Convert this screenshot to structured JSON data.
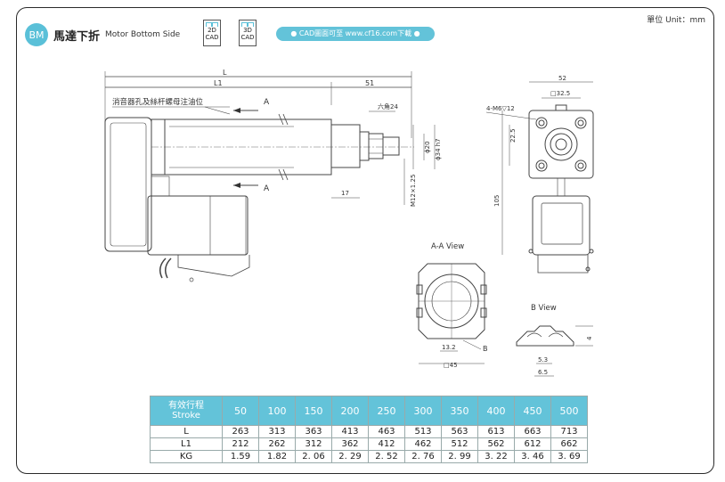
{
  "header": {
    "badge": "BM",
    "title_cn": "馬達下折",
    "title_en": "Motor Bottom Side",
    "cad2d": [
      "2D",
      "CAD"
    ],
    "cad3d": [
      "3D",
      "CAD"
    ],
    "pill": "● CAD圖面可至 www.cf16.com下載 ●"
  },
  "unit": "單位 Unit：mm",
  "dims": {
    "L": "L",
    "L1": "L1",
    "d51": "51",
    "vent": "消音器孔及絲杆螺母注油位",
    "A_top": "A",
    "A_bot": "A",
    "hex": "六角24",
    "phi20": "ϕ20",
    "phi34": "ϕ34 h7",
    "m12": "M12×1.25",
    "d17": "17",
    "d52": "52",
    "sq325": "□32.5",
    "m6": "4-M6▽12",
    "d225": "22.5",
    "d105": "105"
  },
  "views": {
    "aa": "A-A View",
    "b": "B View",
    "d132": "13.2",
    "bmark": "B",
    "sq45": "□45",
    "d4": "4",
    "d53": "5.3",
    "d65": "6.5"
  },
  "table": {
    "header_cn": "有效行程",
    "header_en": "Stroke",
    "strokes": [
      "50",
      "100",
      "150",
      "200",
      "250",
      "300",
      "350",
      "400",
      "450",
      "500"
    ],
    "rows": [
      {
        "label": "L",
        "values": [
          "263",
          "313",
          "363",
          "413",
          "463",
          "513",
          "563",
          "613",
          "663",
          "713"
        ]
      },
      {
        "label": "L1",
        "values": [
          "212",
          "262",
          "312",
          "362",
          "412",
          "462",
          "512",
          "562",
          "612",
          "662"
        ]
      },
      {
        "label": "KG",
        "values": [
          "1.59",
          "1.82",
          "2. 06",
          "2. 29",
          "2. 52",
          "2. 76",
          "2. 99",
          "3. 22",
          "3. 46",
          "3. 69"
        ]
      }
    ]
  }
}
